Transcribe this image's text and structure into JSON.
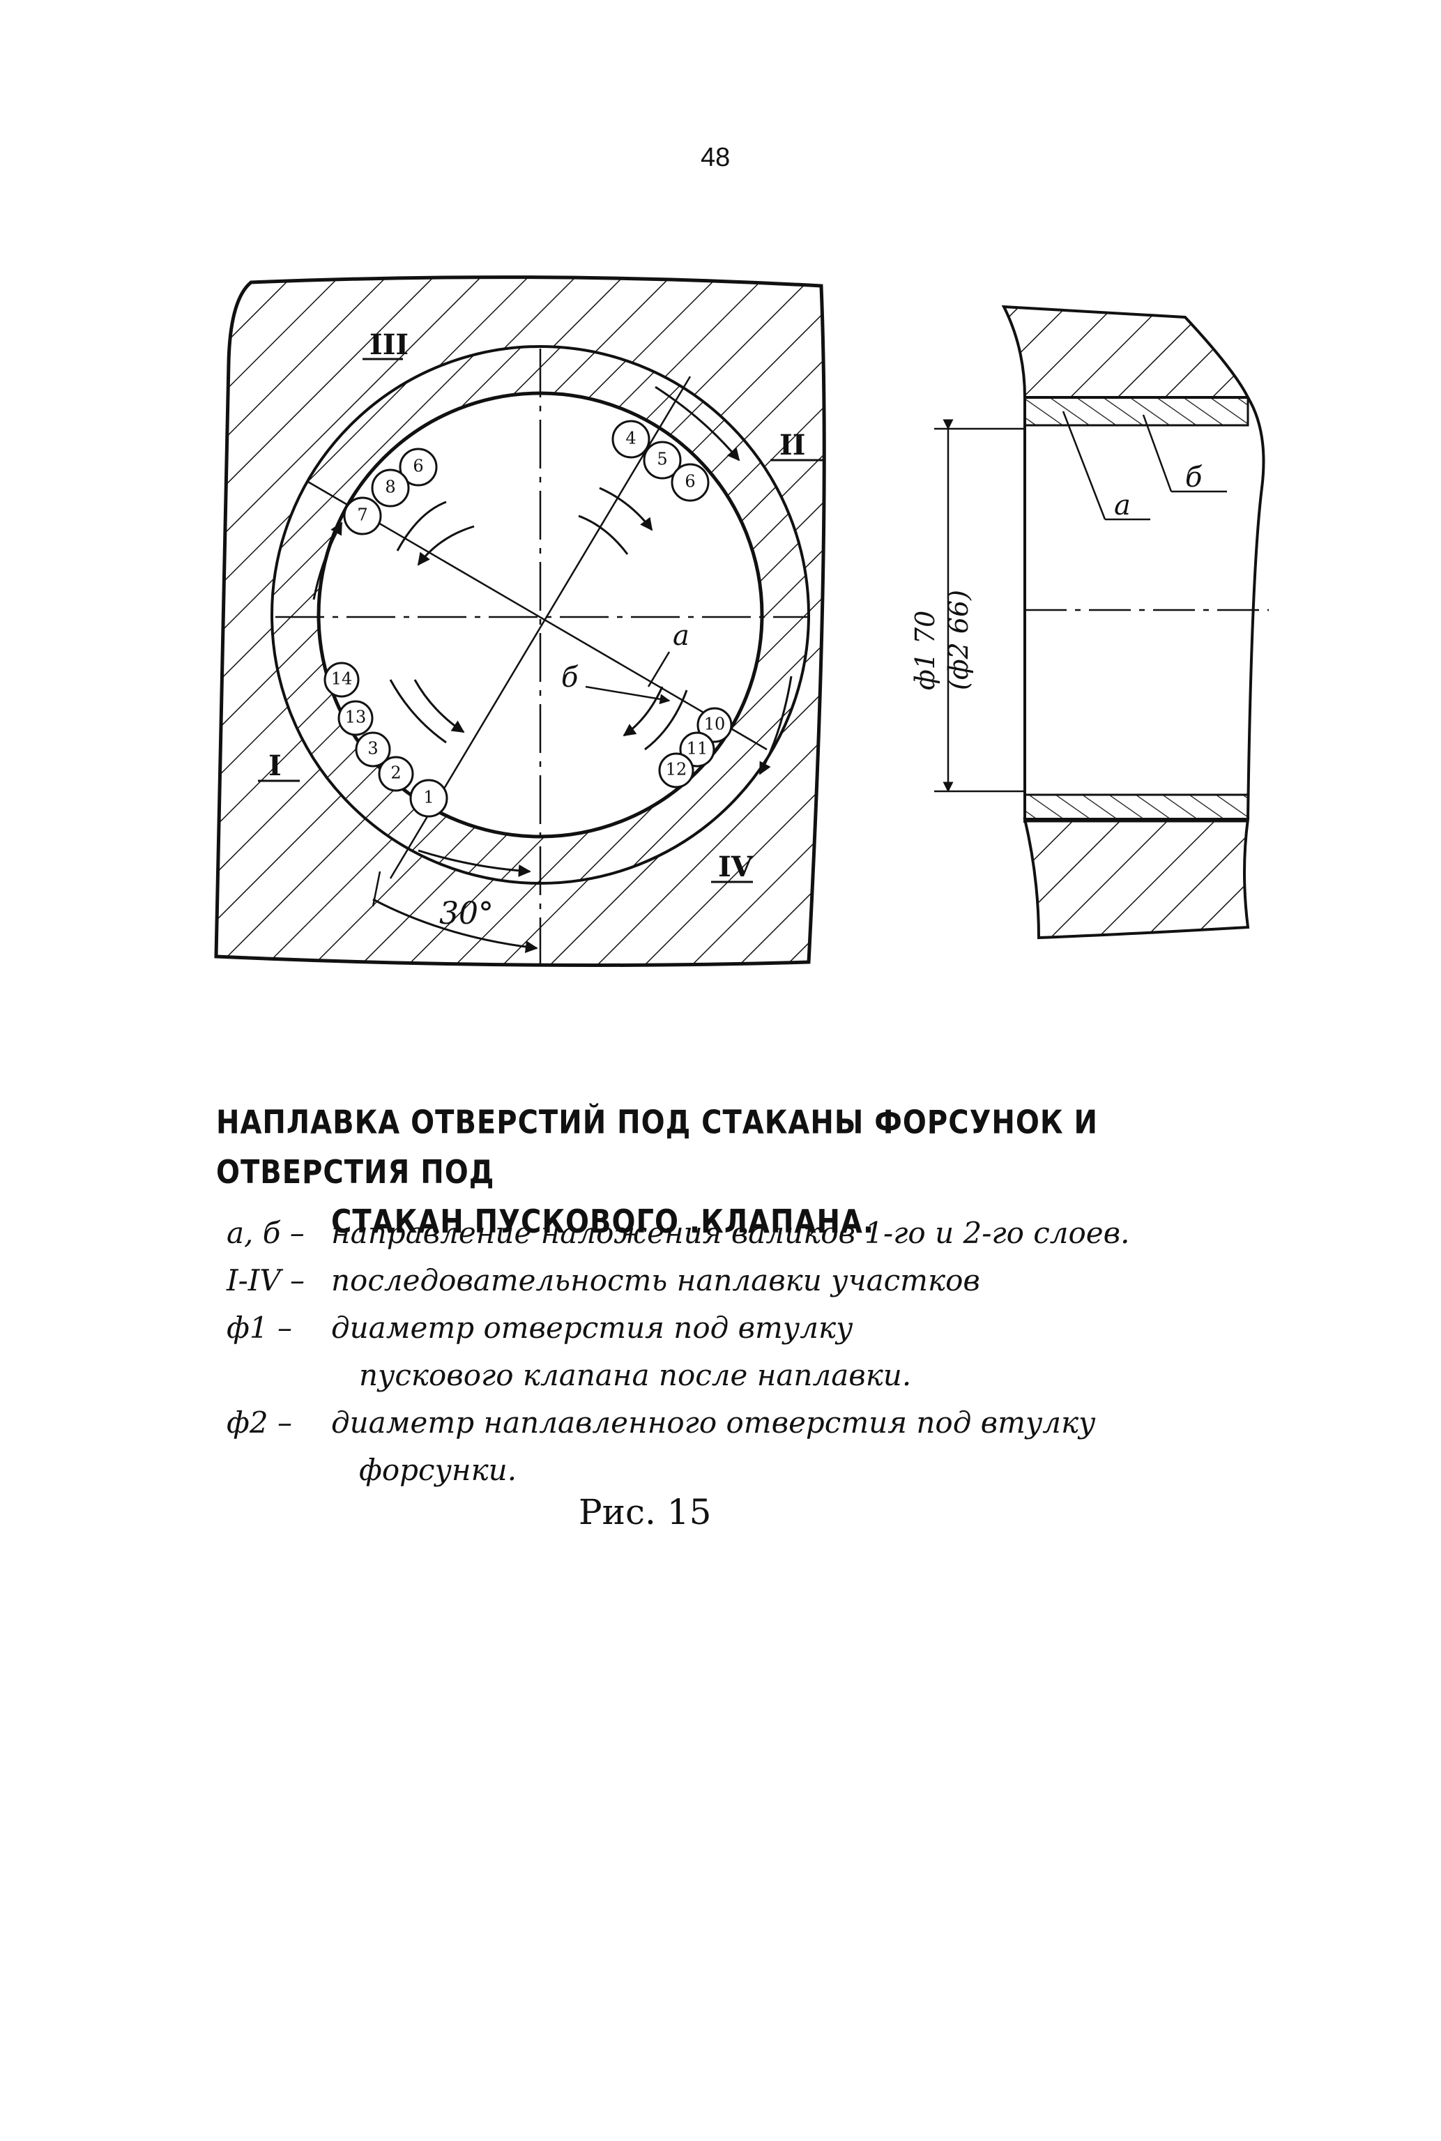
{
  "page_number": "48",
  "drawing": {
    "zone_labels": [
      "III",
      "II",
      "I",
      "IV"
    ],
    "bead_numbers": [
      "4",
      "5",
      "6",
      "6",
      "8",
      "7",
      "14",
      "13",
      "3",
      "2",
      "1",
      "10",
      "11",
      "12"
    ],
    "direction_labels": [
      "а",
      "б"
    ],
    "angle_label": "30°",
    "section": {
      "dim_label_1": "ф1 70",
      "dim_label_2": "(ф2 66)",
      "label_a": "а",
      "label_b": "б"
    }
  },
  "caption": {
    "line1": "НАПЛАВКА ОТВЕРСТИЙ ПОД СТАКАНЫ ФОРСУНОК И ОТВЕРСТИЯ ПОД",
    "line2": "СТАКАН ПУСКОВОГО .КЛАПАНА."
  },
  "legend": [
    {
      "symbol": "а, б –",
      "text": "направление наложения валиков 1-го и 2-го слоев."
    },
    {
      "symbol": "I-IV –",
      "text": "последовательность наплавки участков"
    },
    {
      "symbol": "ф1 –",
      "text": "диаметр                 отверстия под втулку",
      "cont": "пускового клапана после наплавки."
    },
    {
      "symbol": "ф2 –",
      "text": "диаметр наплавленного отверстия под втулку",
      "cont": "форсунки."
    }
  ],
  "figure_label": "Рис. 15"
}
